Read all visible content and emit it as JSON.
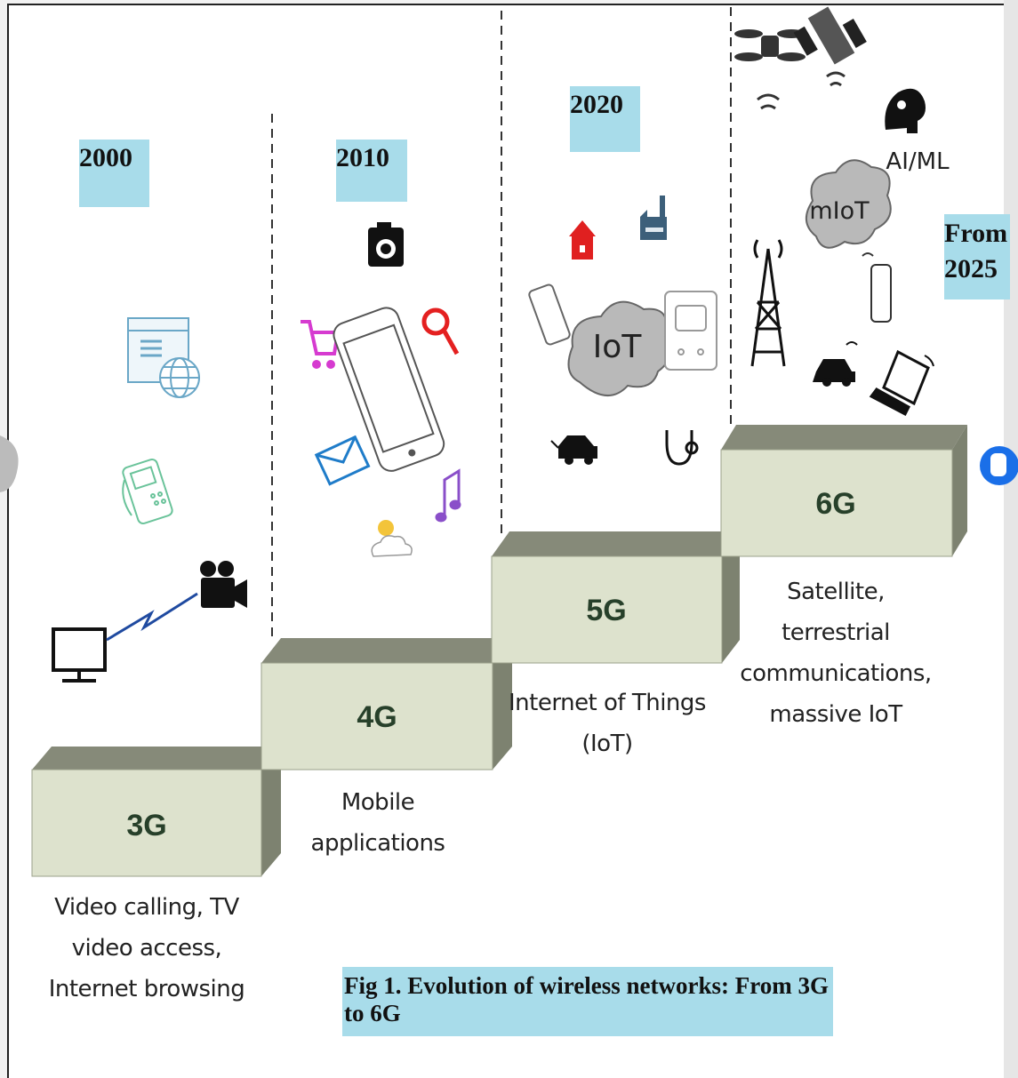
{
  "figure": {
    "caption": "Fig 1. Evolution of wireless networks: From 3G to 6G",
    "years": [
      "2000",
      "2010",
      "2020",
      "From\n2025"
    ],
    "generations": [
      {
        "label": "3G",
        "description": "Video calling, TV\nvideo access,\nInternet browsing"
      },
      {
        "label": "4G",
        "description": "Mobile\napplications"
      },
      {
        "label": "5G",
        "description": "Internet of Things\n(IoT)"
      },
      {
        "label": "6G",
        "description": "Satellite,\nterrestrial\ncommunications,\nmassive IoT"
      }
    ],
    "icon_labels": {
      "iot_cloud": "IoT",
      "miot_cloud": "mIoT",
      "ai_ml": "AI/ML"
    },
    "colors": {
      "year_box": "#a8dcea",
      "step_face": "#dde2cd",
      "step_side": "#7d8270",
      "step_top": "#868a79"
    }
  }
}
